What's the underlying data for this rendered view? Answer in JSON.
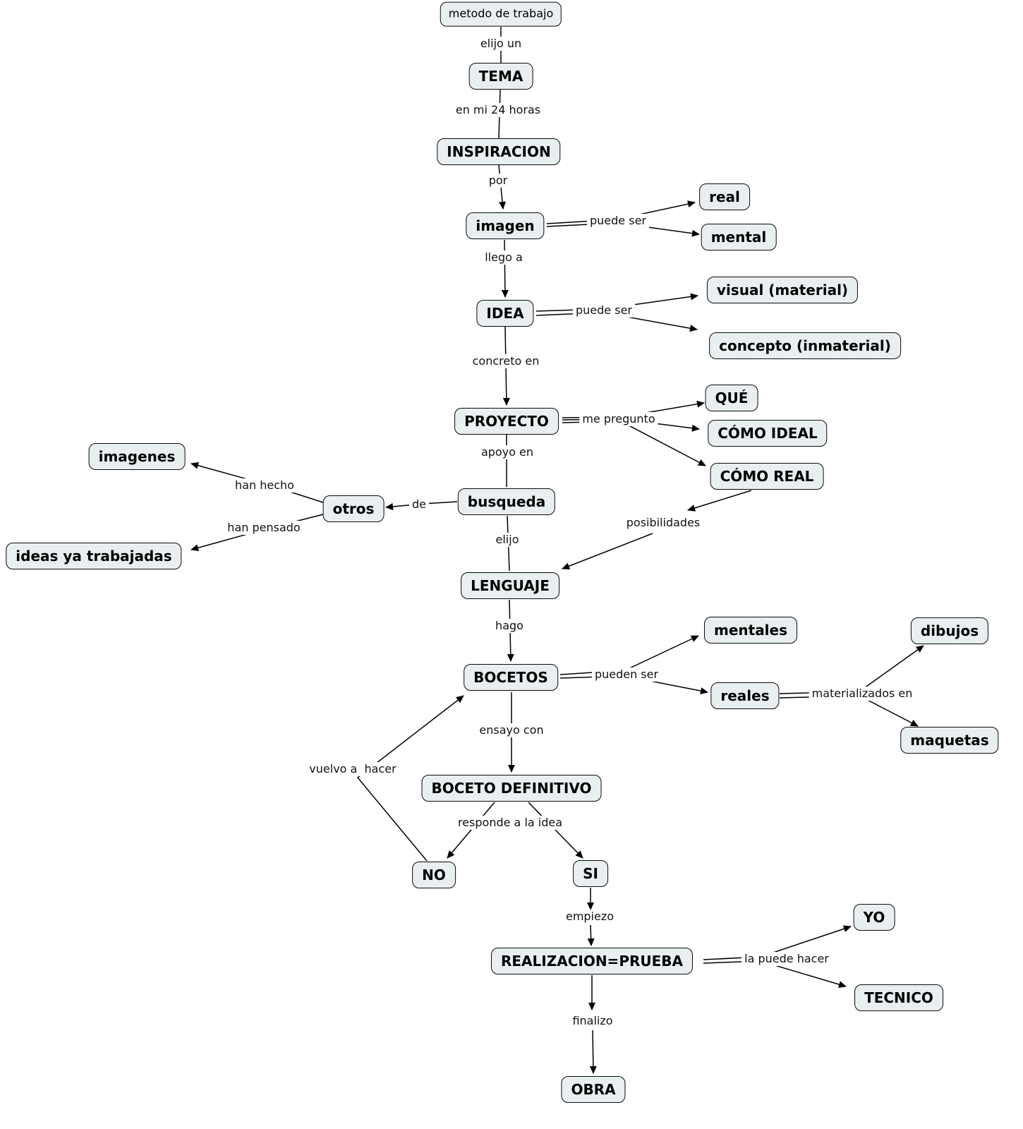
{
  "colors": {
    "background": "#ffffff",
    "node_fill": "#e9eff1",
    "node_border": "#000000",
    "line": "#000000",
    "text": "#000000"
  },
  "nodes": {
    "metodo_de_trabajo": {
      "label": "metodo de trabajo"
    },
    "tema": {
      "label": "TEMA"
    },
    "inspiracion": {
      "label": "INSPIRACION"
    },
    "imagen": {
      "label": "imagen"
    },
    "real": {
      "label": "real"
    },
    "mental": {
      "label": "mental"
    },
    "idea": {
      "label": "IDEA"
    },
    "visual_material": {
      "label": "visual (material)"
    },
    "concepto_inmaterial": {
      "label": "concepto (inmaterial)"
    },
    "proyecto": {
      "label": "PROYECTO"
    },
    "que": {
      "label": "QUÉ"
    },
    "como_ideal": {
      "label": "CÓMO IDEAL"
    },
    "como_real": {
      "label": "CÓMO REAL"
    },
    "imagenes": {
      "label": "imagenes"
    },
    "otros": {
      "label": "otros"
    },
    "busqueda": {
      "label": "busqueda"
    },
    "ideas_ya_trabajadas": {
      "label": "ideas ya trabajadas"
    },
    "lenguaje": {
      "label": "LENGUAJE"
    },
    "bocetos": {
      "label": "BOCETOS"
    },
    "mentales": {
      "label": "mentales"
    },
    "reales": {
      "label": "reales"
    },
    "dibujos": {
      "label": "dibujos"
    },
    "maquetas": {
      "label": "maquetas"
    },
    "boceto_definitivo": {
      "label": "BOCETO DEFINITIVO"
    },
    "no": {
      "label": "NO"
    },
    "si": {
      "label": "SI"
    },
    "realizacion_prueba": {
      "label": "REALIZACION=PRUEBA"
    },
    "yo": {
      "label": "YO"
    },
    "tecnico": {
      "label": "TECNICO"
    },
    "obra": {
      "label": "OBRA"
    }
  },
  "edge_labels": {
    "elijo_un": {
      "text": "elijo un"
    },
    "en_mi_24_horas": {
      "text": "en mi 24 horas"
    },
    "por": {
      "text": "por"
    },
    "puede_ser_imagen": {
      "text": "puede ser"
    },
    "llego_a": {
      "text": "llego a"
    },
    "puede_ser_idea": {
      "text": "puede ser"
    },
    "concreto_en": {
      "text": "concreto en"
    },
    "me_pregunto": {
      "text": "me pregunto"
    },
    "apoyo_en": {
      "text": "apoyo en"
    },
    "han_hecho": {
      "text": "han hecho"
    },
    "de": {
      "text": "de"
    },
    "han_pensado": {
      "text": "han pensado"
    },
    "elijo": {
      "text": "elijo"
    },
    "posibilidades": {
      "text": "posibilidades"
    },
    "hago": {
      "text": "hago"
    },
    "pueden_ser": {
      "text": "pueden ser"
    },
    "materializados_en": {
      "text": "materializados en"
    },
    "ensayo_con": {
      "text": "ensayo con"
    },
    "vuelvo_a_hacer": {
      "text": "vuelvo a  hacer"
    },
    "responde_a_la_idea": {
      "text": "responde a la idea"
    },
    "empiezo": {
      "text": "empiezo"
    },
    "la_puede_hacer": {
      "text": "la puede hacer"
    },
    "finalizo": {
      "text": "finalizo"
    }
  },
  "connections": [
    {
      "from": "metodo de trabajo",
      "label": "elijo un",
      "to": "TEMA"
    },
    {
      "from": "TEMA",
      "label": "en mi 24 horas",
      "to": "INSPIRACION"
    },
    {
      "from": "INSPIRACION",
      "label": "por",
      "to": "imagen"
    },
    {
      "from": "imagen",
      "label": "puede ser",
      "to": "real"
    },
    {
      "from": "imagen",
      "label": "puede ser",
      "to": "mental"
    },
    {
      "from": "imagen",
      "label": "llego a",
      "to": "IDEA"
    },
    {
      "from": "IDEA",
      "label": "puede ser",
      "to": "visual (material)"
    },
    {
      "from": "IDEA",
      "label": "puede ser",
      "to": "concepto (inmaterial)"
    },
    {
      "from": "IDEA",
      "label": "concreto en",
      "to": "PROYECTO"
    },
    {
      "from": "PROYECTO",
      "label": "me pregunto",
      "to": "QUÉ"
    },
    {
      "from": "PROYECTO",
      "label": "me pregunto",
      "to": "CÓMO IDEAL"
    },
    {
      "from": "PROYECTO",
      "label": "me pregunto",
      "to": "CÓMO REAL"
    },
    {
      "from": "PROYECTO",
      "label": "apoyo en",
      "to": "busqueda"
    },
    {
      "from": "busqueda",
      "label": "de",
      "to": "otros"
    },
    {
      "from": "otros",
      "label": "han hecho",
      "to": "imagenes"
    },
    {
      "from": "otros",
      "label": "han pensado",
      "to": "ideas ya trabajadas"
    },
    {
      "from": "busqueda",
      "label": "elijo",
      "to": "LENGUAJE"
    },
    {
      "from": "CÓMO REAL",
      "label": "posibilidades",
      "to": "LENGUAJE"
    },
    {
      "from": "LENGUAJE",
      "label": "hago",
      "to": "BOCETOS"
    },
    {
      "from": "BOCETOS",
      "label": "pueden ser",
      "to": "mentales"
    },
    {
      "from": "BOCETOS",
      "label": "pueden ser",
      "to": "reales"
    },
    {
      "from": "reales",
      "label": "materializados en",
      "to": "dibujos"
    },
    {
      "from": "reales",
      "label": "materializados en",
      "to": "maquetas"
    },
    {
      "from": "BOCETOS",
      "label": "ensayo con",
      "to": "BOCETO DEFINITIVO"
    },
    {
      "from": "BOCETO DEFINITIVO",
      "label": "responde a la idea",
      "to": "NO"
    },
    {
      "from": "BOCETO DEFINITIVO",
      "label": "responde a la idea",
      "to": "SI"
    },
    {
      "from": "NO",
      "label": "vuelvo a  hacer",
      "to": "BOCETOS"
    },
    {
      "from": "SI",
      "label": "empiezo",
      "to": "REALIZACION=PRUEBA"
    },
    {
      "from": "REALIZACION=PRUEBA",
      "label": "la puede hacer",
      "to": "YO"
    },
    {
      "from": "REALIZACION=PRUEBA",
      "label": "la puede hacer",
      "to": "TECNICO"
    },
    {
      "from": "REALIZACION=PRUEBA",
      "label": "finalizo",
      "to": "OBRA"
    }
  ]
}
